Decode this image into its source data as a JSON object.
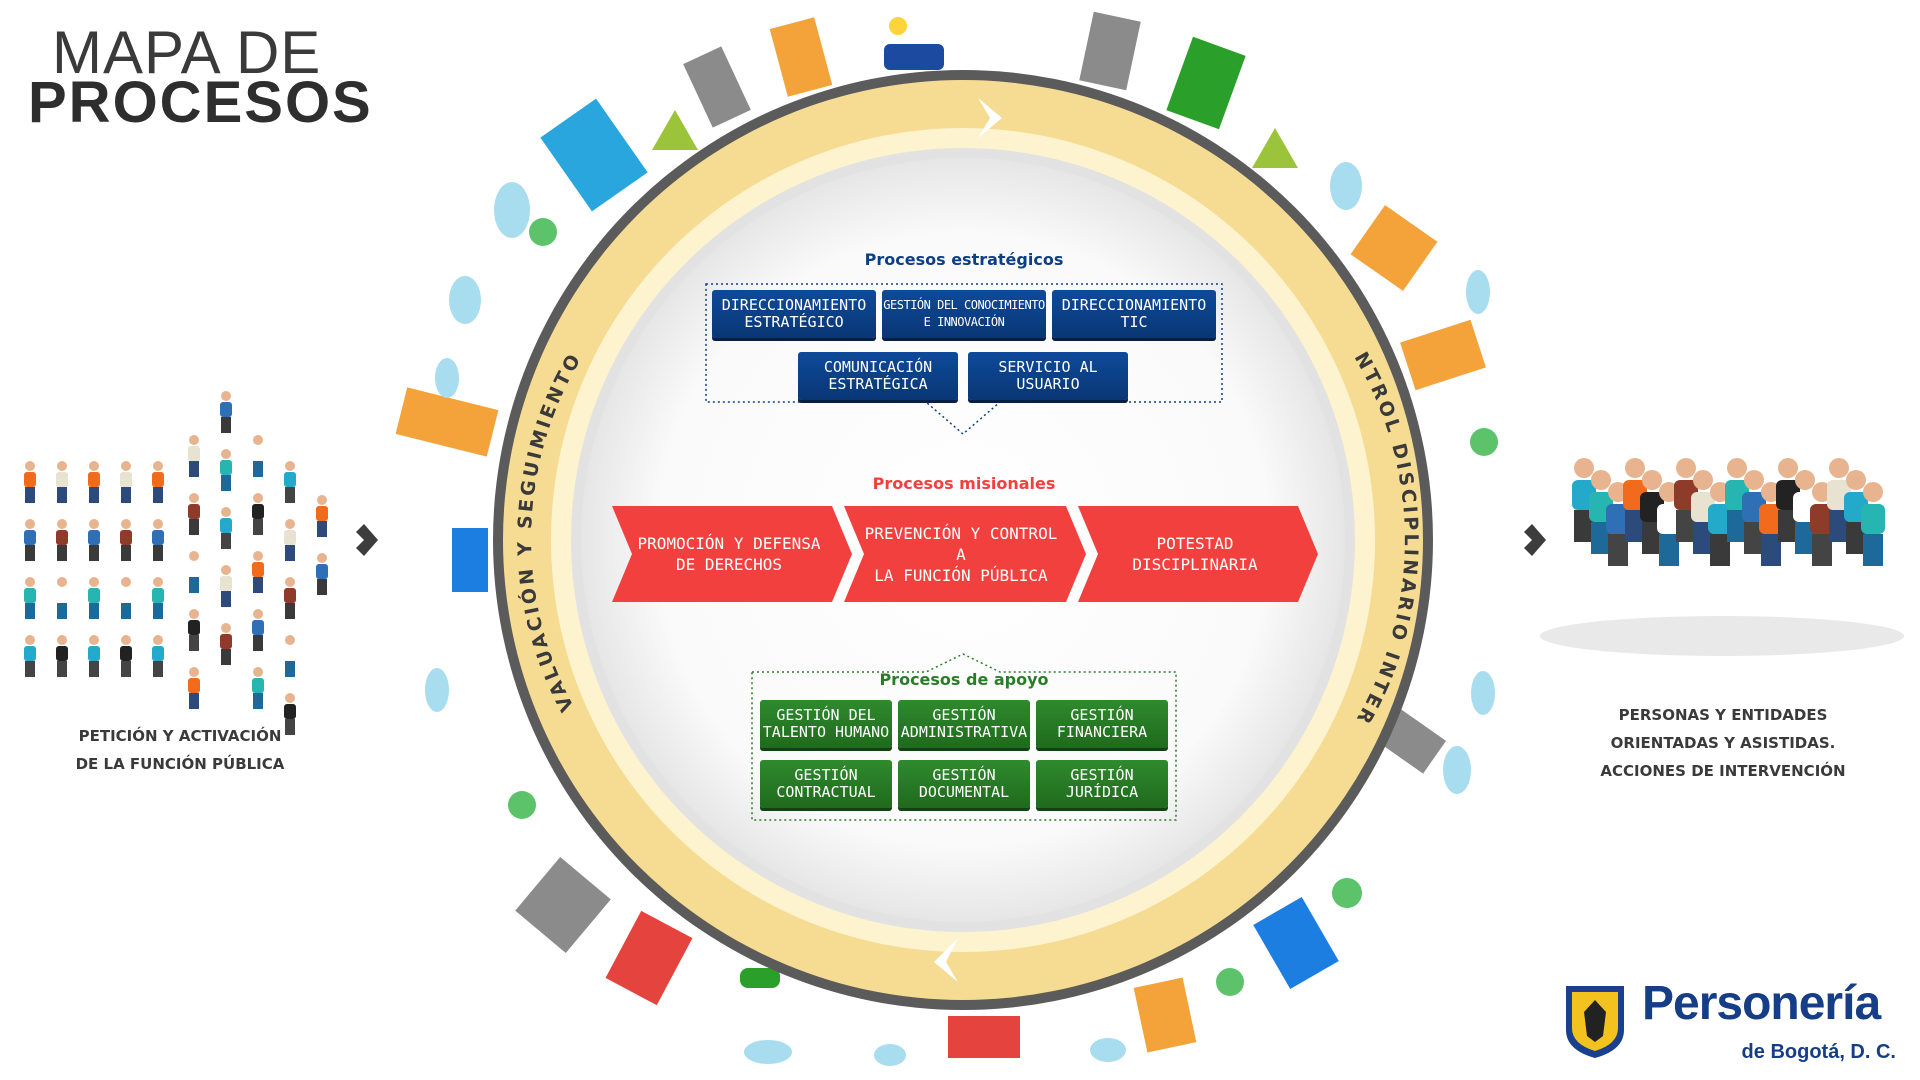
{
  "header": {
    "title_line1": "MAPA DE",
    "title_line2": "PROCESOS"
  },
  "ring": {
    "left_label": "EVALUACIÓN Y SEGUIMIENTO",
    "right_label": "CONTROL DISCIPLINARIO INTERNO"
  },
  "estrategicos": {
    "title": "Procesos estratégicos",
    "items": [
      "DIRECCIONAMIENTO\nESTRATÉGICO",
      "GESTIÓN DEL CONOCIMIENTO\nE INNOVACIÓN",
      "DIRECCIONAMIENTO\nTIC",
      "COMUNICACIÓN\nESTRATÉGICA",
      "SERVICIO AL\nUSUARIO"
    ]
  },
  "misionales": {
    "title": "Procesos misionales",
    "items": [
      "PROMOCIÓN Y DEFENSA\nDE DERECHOS",
      "PREVENCIÓN Y CONTROL A\nLA FUNCIÓN PÚBLICA",
      "POTESTAD DISCIPLINARIA"
    ]
  },
  "apoyo": {
    "title": "Procesos de apoyo",
    "items": [
      "GESTIÓN DEL\nTALENTO HUMANO",
      "GESTIÓN\nADMINISTRATIVA",
      "GESTIÓN\nFINANCIERA",
      "GESTIÓN\nCONTRACTUAL",
      "GESTIÓN\nDOCUMENTAL",
      "GESTIÓN\nJURÍDICA"
    ]
  },
  "left_panel": {
    "caption": "PETICIÓN Y ACTIVACIÓN\nDE LA FUNCIÓN PÚBLICA"
  },
  "right_panel": {
    "caption": "PERSONAS Y ENTIDADES\nORIENTADAS Y ASISTIDAS.\nACCIONES DE INTERVENCIÓN"
  },
  "logo": {
    "name": "Personería",
    "sub": "de Bogotá, D. C."
  },
  "colors": {
    "ring_dark": "#5b5b5b",
    "ring_band": "#f6dc93",
    "ring_light": "#fdf3cf",
    "estrategicos": "#0c3f86",
    "misionales": "#f2403f",
    "apoyo": "#2a7d27",
    "logo": "#153e86",
    "arrow": "#3d3d3d"
  },
  "icons": {
    "arrow_left": "chevron-right-icon",
    "arrow_right": "chevron-right-icon",
    "logo_emblem": "coat-of-arms-icon"
  }
}
